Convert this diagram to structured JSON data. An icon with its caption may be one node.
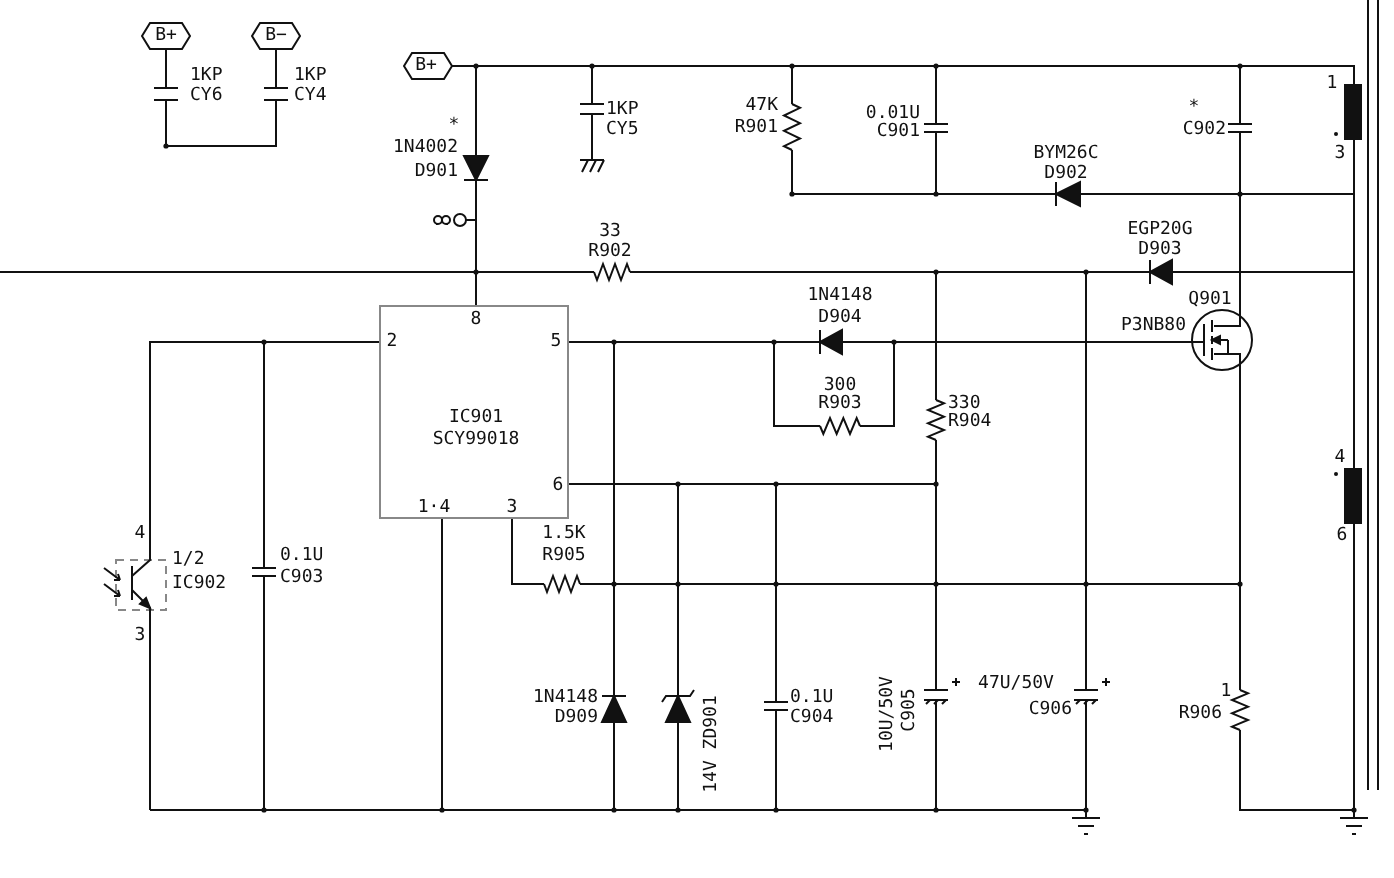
{
  "diagram": {
    "labels": [
      "B+",
      "B−",
      "1KP",
      "CY6",
      "1KP",
      "CY4",
      "B+",
      "1",
      "1KP",
      "CY5",
      "47K",
      "R901",
      "0.01U",
      "C901",
      "*",
      "C902",
      "*",
      "1N4002",
      "BYM26C",
      "3",
      "D901",
      "D902",
      "33",
      "R902",
      "EGP20G",
      "D903",
      "8",
      "1N4148",
      "D904",
      "Q901",
      "P3NB80",
      "2",
      "5",
      "IC901",
      "SCY99018",
      "300",
      "R903",
      "330",
      "R904",
      "4",
      "6",
      "6",
      "1·4",
      "3",
      "1.5K",
      "R905",
      "4",
      "1/2",
      "IC902",
      "0.1U",
      "C903",
      "3",
      "1N4148",
      "D909",
      "14V ZD901",
      "0.1U",
      "C904",
      "10U/50V",
      "C905",
      "47U/50V",
      "C906",
      "1",
      "R906"
    ]
  }
}
